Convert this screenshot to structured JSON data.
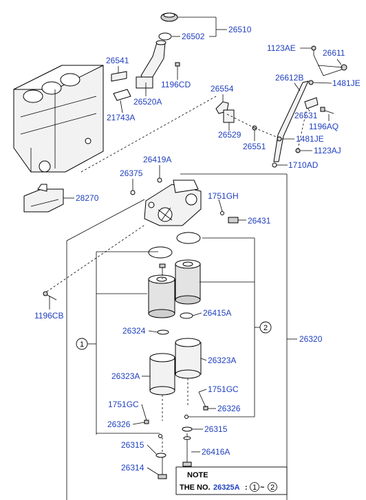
{
  "labels": {
    "p26510": "26510",
    "p26502": "26502",
    "p1123AE": "1123AE",
    "p26611": "26611",
    "p26541": "26541",
    "p1196CD": "1196CD",
    "p26612B": "26612B",
    "p1481JE_top": "1481JE",
    "p26554": "26554",
    "p26520A": "26520A",
    "p21743A": "21743A",
    "p26531": "26531",
    "p1196AQ": "1196AQ",
    "p26529": "26529",
    "p26551": "26551",
    "p1481JE_mid": "1481JE",
    "p1123AJ": "1123AJ",
    "p1710AD": "1710AD",
    "p26419A": "26419A",
    "p26375": "26375",
    "p28270": "28270",
    "p1751GH": "1751GH",
    "p26431": "26431",
    "p1196CB": "1196CB",
    "p26415A": "26415A",
    "p26324": "26324",
    "p26320": "26320",
    "p26323A_right": "26323A",
    "p26323A_left": "26323A",
    "p1751GC_right": "1751GC",
    "p1751GC_left": "1751GC",
    "p26326_right": "26326",
    "p26326_left": "26326",
    "p26315_right": "26315",
    "p26315_left": "26315",
    "p26416A": "26416A",
    "p26314": "26314"
  },
  "callouts": {
    "c1": "1",
    "c2": "2"
  },
  "note": {
    "title": "NOTE",
    "prefix": "THE NO.",
    "part": "26325A",
    "sep": ":",
    "c1": "1",
    "tilde": "~",
    "c2": "2"
  }
}
